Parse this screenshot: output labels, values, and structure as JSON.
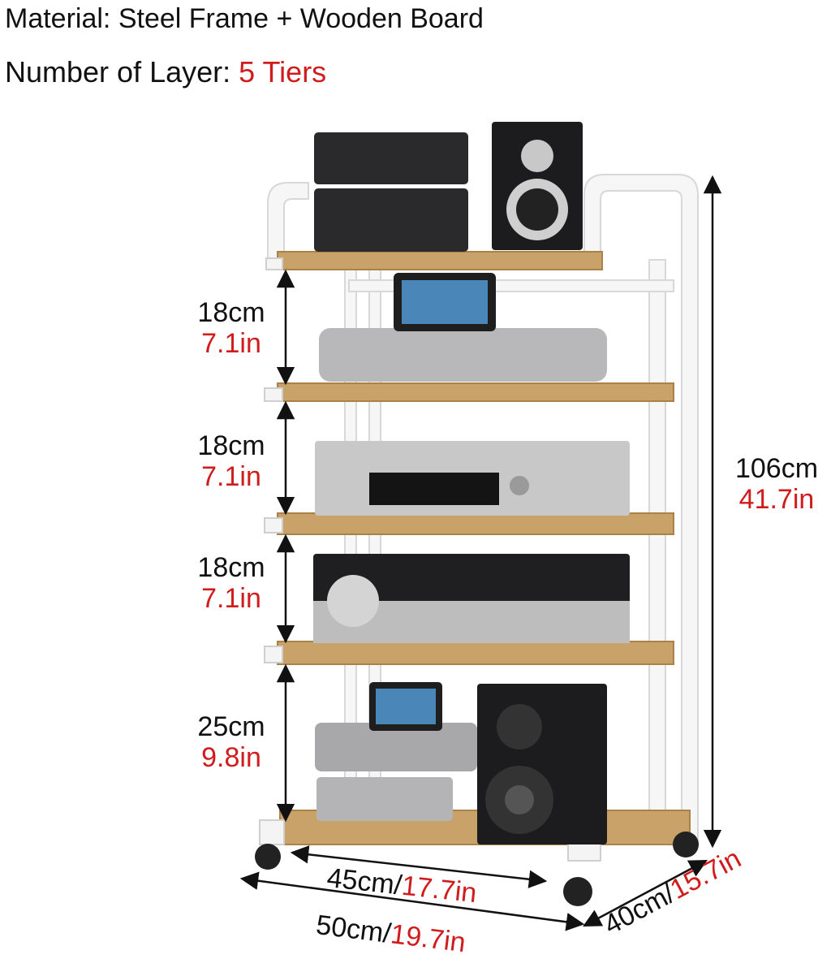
{
  "header": {
    "material_label": "Material:",
    "material_value": "Steel Frame + Wooden Board",
    "layers_label": "Number of Layer:",
    "layers_value": "5 Tiers"
  },
  "dimensions": {
    "gaps": [
      {
        "cm": "18cm",
        "in": "7.1in"
      },
      {
        "cm": "18cm",
        "in": "7.1in"
      },
      {
        "cm": "18cm",
        "in": "7.1in"
      },
      {
        "cm": "25cm",
        "in": "9.8in"
      }
    ],
    "height": {
      "cm": "106cm",
      "in": "41.7in"
    },
    "inner_width": {
      "cm": "45cm/",
      "in": "17.7in"
    },
    "outer_width": {
      "cm": "50cm/",
      "in": "19.7in"
    },
    "depth": {
      "cm": "40cm/",
      "in": "15.7in"
    }
  },
  "colors": {
    "accent_red": "#d01c1c",
    "frame_white": "#f4f4f4",
    "wood": "#c9a26a",
    "device_dark": "#2a2a2c",
    "device_silver": "#c8c8c8"
  }
}
